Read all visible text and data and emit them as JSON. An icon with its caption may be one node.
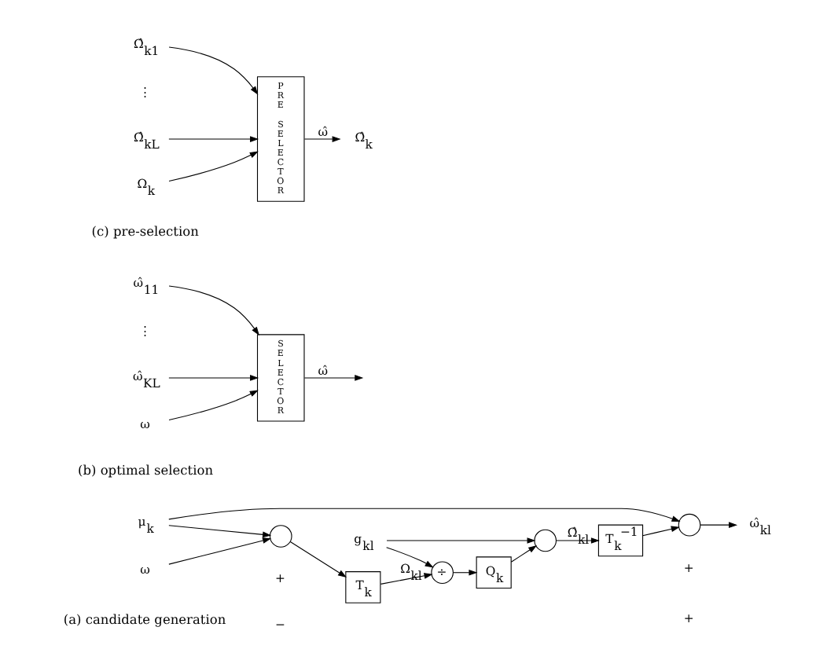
{
  "diagram": {
    "nodes": [
      {
        "text": [
          "ω"
        ]
      },
      {
        "text": [
          "μ$_{k}$"
        ]
      },
      {
        "text": [],
        "shape": "circle"
      },
      {
        "text": [
          "T$_{k}$"
        ]
      },
      {
        "text": [
          "÷"
        ]
      },
      {
        "text": [
          "g$_{kl}$"
        ]
      },
      {
        "text": [
          "Q$_{k}$"
        ]
      },
      {
        "text": [],
        "shape": "circle"
      },
      {
        "text": [
          "T$_{k}$$^{−1}$"
        ]
      },
      {
        "text": [],
        "shape": "circle"
      },
      {
        "text": [
          "ω̂$_{kl}$"
        ]
      },
      {
        "text": [
          "ω̂$_{11}$"
        ]
      },
      {
        "text": [
          "ω̂$_{KL}$"
        ]
      },
      {
        "text": [
          "SELECTOR"
        ]
      },
      {
        "text": [
          "ω"
        ]
      },
      {
        "text": [
          "Ω̂$_{k1}$"
        ]
      },
      {
        "text": [
          "Ω̂$_{kL}$"
        ]
      },
      {
        "text": [
          "PRE SELECTOR"
        ]
      },
      {
        "text": [
          "Ω$_{k}$"
        ]
      },
      {
        "text": [
          "Ω̂$_{k}$"
        ]
      }
    ],
    "edges": [
      {
        "from": 0,
        "to": 2,
        "arrow": "to"
      },
      {
        "from": 1,
        "to": 2,
        "arrow": "to"
      },
      {
        "from": 1,
        "to": 9,
        "arrow": "to"
      },
      {
        "from": 2,
        "to": 3,
        "arrow": "to"
      },
      {
        "from": 3,
        "to": 4,
        "arrow": "to",
        "label": "Ω$_{kl}$"
      },
      {
        "from": 5,
        "to": 4,
        "arrow": "to"
      },
      {
        "from": 5,
        "to": 7,
        "arrow": "to"
      },
      {
        "from": 4,
        "to": 6,
        "arrow": "to"
      },
      {
        "from": 6,
        "to": 7,
        "arrow": "to"
      },
      {
        "from": 7,
        "to": 8,
        "arrow": "to",
        "label": "Ω̂$_{kl}$"
      },
      {
        "from": 8,
        "to": 9,
        "arrow": "to"
      },
      {
        "from": 9,
        "to": 10,
        "arrow": "to"
      },
      {
        "from": 11,
        "to": 13,
        "arrow": "to"
      },
      {
        "from": 12,
        "to": 13,
        "arrow": "to"
      },
      {
        "from": 14,
        "to": 13,
        "arrow": "to"
      },
      {
        "from": 13,
        "to": null,
        "arrow": "to",
        "label": "ω̂"
      },
      {
        "from": 15,
        "to": 17,
        "arrow": "to"
      },
      {
        "from": 16,
        "to": 17,
        "arrow": "to"
      },
      {
        "from": 18,
        "to": 17,
        "arrow": "to"
      },
      {
        "from": 17,
        "to": 19,
        "arrow": "to",
        "label": "ω̂"
      }
    ],
    "labels": [
      "+",
      "−",
      "+",
      "+",
      "⋮",
      "⋮",
      "(a) candidate generation",
      "(b) optimal selection",
      "(c) pre-selection"
    ]
  }
}
